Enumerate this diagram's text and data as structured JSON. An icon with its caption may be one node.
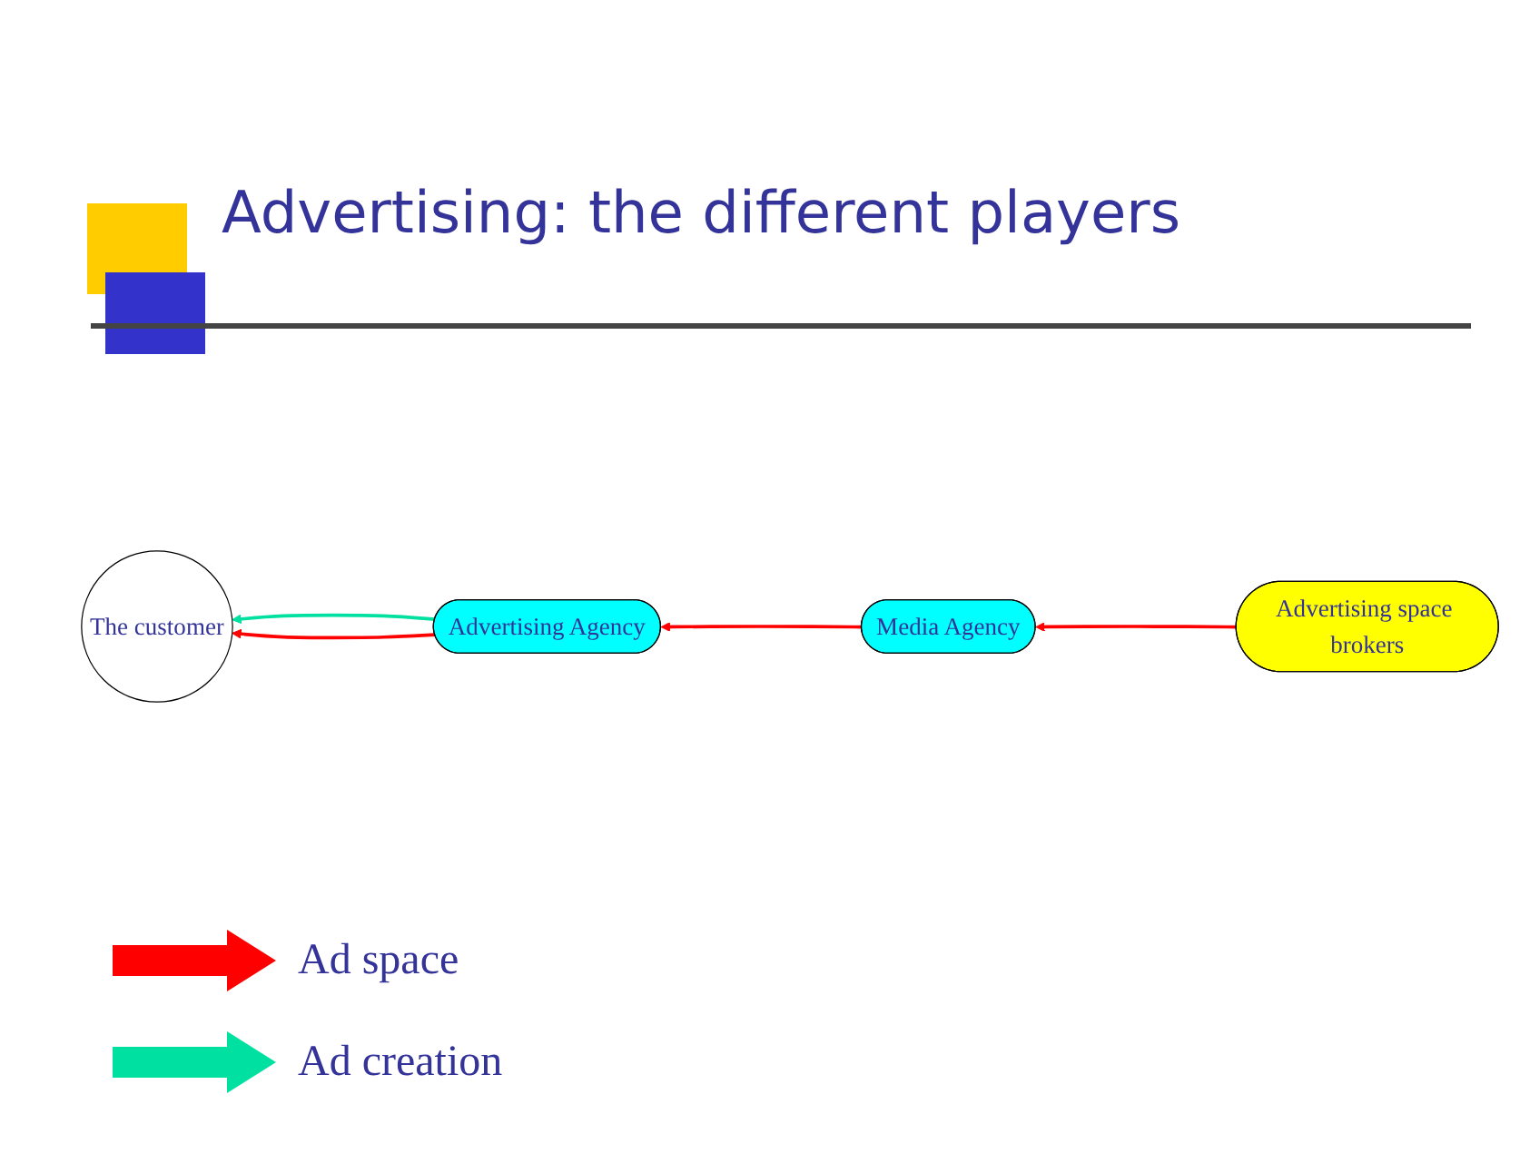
{
  "diagram": {
    "title": "Advertising: the different players",
    "nodes": [
      {
        "text": [
          "The customer"
        ]
      },
      {
        "text": [
          "Advertising Agency"
        ]
      },
      {
        "text": [
          "Media Agency"
        ]
      },
      {
        "text": [
          "Advertising space brokers"
        ]
      }
    ],
    "edges": [
      {
        "from": 1,
        "to": 0,
        "arrow": "to",
        "color": "#00e0a0"
      },
      {
        "from": 1,
        "to": 0,
        "arrow": "to",
        "color": "#ff0000"
      },
      {
        "from": 2,
        "to": 1,
        "arrow": "to",
        "color": "#ff0000"
      },
      {
        "from": 3,
        "to": 2,
        "arrow": "to",
        "color": "#ff0000"
      }
    ],
    "legend": [
      {
        "text": "Ad space",
        "color": "#ff0000"
      },
      {
        "text": "Ad creation",
        "color": "#00e0a0"
      }
    ]
  }
}
